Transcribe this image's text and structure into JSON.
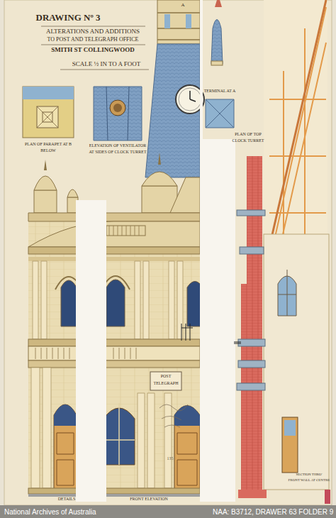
{
  "diagram": {
    "title": "DRAWING Nº 3",
    "labels": [
      "ALTERATIONS AND ADDITIONS",
      "TO POST AND TELEGRAPH OFFICE",
      "SMITH ST COLLINGWOOD",
      "SCALE ½ IN TO A FOOT",
      "A",
      "PLAN OF PARAPET AT B",
      "BELOW",
      "ELEVATION OF VENTILATOR",
      "AT SIDES OF CLOCK TURRET",
      "TERMINAL AT A",
      "PLAN OF TOP",
      "CLOCK TURRET",
      "POST",
      "TELEGRAPH",
      "DETAILS",
      "FRONT ELEVATION",
      "SECTION THRO'",
      "FRONT WALL AT CENTRE",
      "135",
      "National Archives of Australia",
      "NAA: B3712, DRAWER 63 FOLDER 9"
    ]
  }
}
